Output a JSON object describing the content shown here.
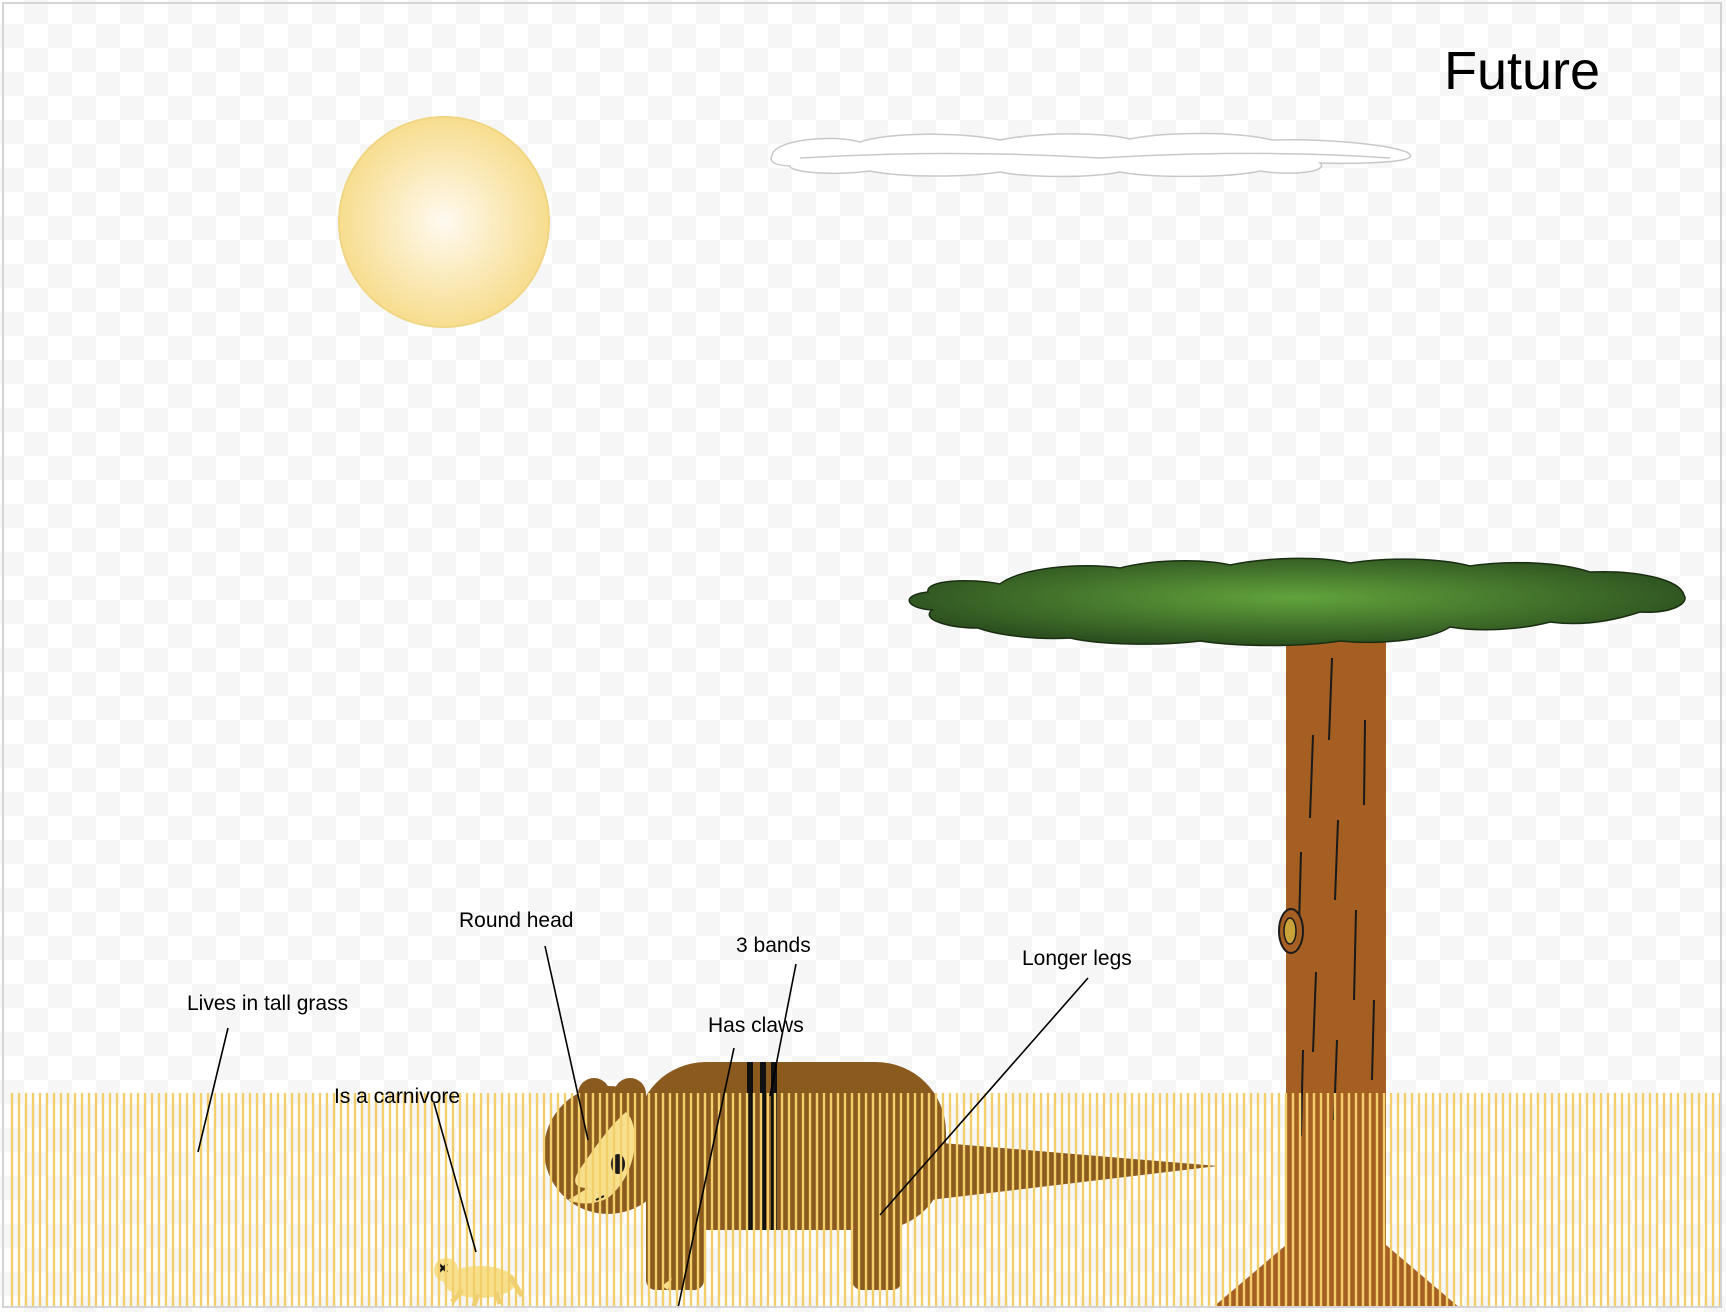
{
  "scene": {
    "title": "Future",
    "labels": {
      "round_head": "Round head",
      "three_bands": "3 bands",
      "has_claws": "Has claws",
      "longer_legs": "Longer legs",
      "tall_grass": "Lives in tall grass",
      "carnivore": "Is a carnivore"
    }
  },
  "colors": {
    "sun": "#f7dd8f",
    "cloud_stroke": "#c8c8c8",
    "foliage_dark": "#2c4f1f",
    "foliage_light": "#62a43c",
    "trunk": "#a65f22",
    "animal_body": "#8a5a1e",
    "animal_face": "#f7df8c",
    "grass": "#f3cf6c"
  }
}
